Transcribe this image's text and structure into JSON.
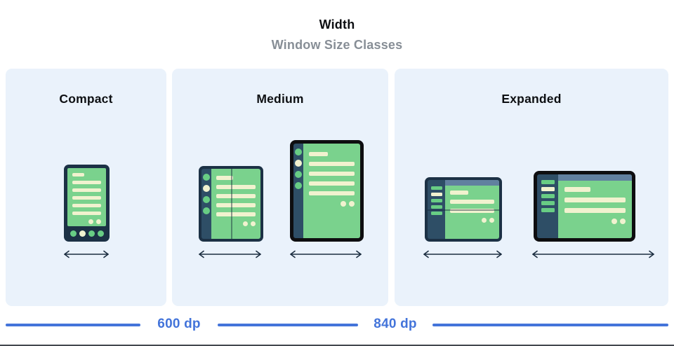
{
  "header": {
    "title": "Width",
    "subtitle": "Window Size Classes"
  },
  "panels": [
    {
      "id": "compact",
      "label": "Compact",
      "devices": [
        {
          "name": "phone-portrait"
        }
      ]
    },
    {
      "id": "medium",
      "label": "Medium",
      "devices": [
        {
          "name": "foldable-portrait"
        },
        {
          "name": "tablet-portrait"
        }
      ]
    },
    {
      "id": "expanded",
      "label": "Expanded",
      "devices": [
        {
          "name": "foldable-landscape"
        },
        {
          "name": "tablet-landscape"
        }
      ]
    }
  ],
  "ruler": {
    "breakpoints": [
      {
        "label": "600 dp"
      },
      {
        "label": "840 dp"
      }
    ]
  },
  "icons": {
    "width_arrow": "double-headed-horizontal-arrow"
  },
  "colors": {
    "panel_bg": "#eaf2fb",
    "accent_blue": "#4374da",
    "frame_navy": "#1c3145",
    "frame_black": "#0e0e10",
    "rail_navy": "#2e4e66",
    "screen_green": "#7ad28d",
    "dot_green": "#68cd84",
    "cream": "#f1f2cf",
    "slate": "#61809f",
    "arrow": "#1a2c3f",
    "title": "#0d0f12",
    "subtitle_gray": "#878e96",
    "bottom_edge": "#43484e"
  }
}
